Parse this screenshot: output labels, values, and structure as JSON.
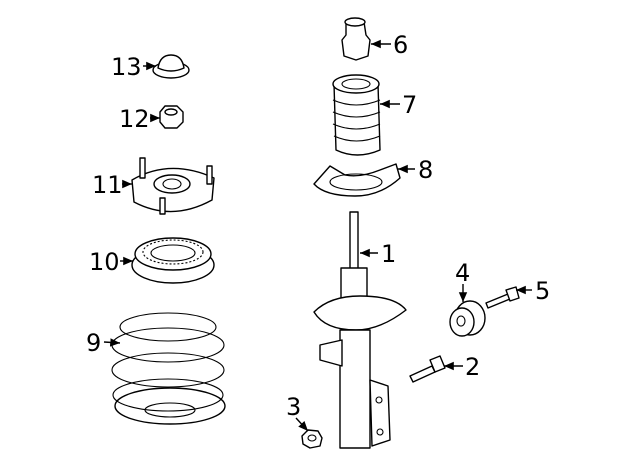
{
  "diagram": {
    "title": "Front Strut Assembly Exploded View",
    "callouts": [
      {
        "id": "1",
        "part": "strut"
      },
      {
        "id": "2",
        "part": "bolt"
      },
      {
        "id": "3",
        "part": "nut"
      },
      {
        "id": "4",
        "part": "bushing"
      },
      {
        "id": "5",
        "part": "bolt"
      },
      {
        "id": "6",
        "part": "bump-stop"
      },
      {
        "id": "7",
        "part": "dust-boot"
      },
      {
        "id": "8",
        "part": "spring-seat-lower-insulator"
      },
      {
        "id": "9",
        "part": "coil-spring"
      },
      {
        "id": "10",
        "part": "bearing"
      },
      {
        "id": "11",
        "part": "strut-mount"
      },
      {
        "id": "12",
        "part": "nut"
      },
      {
        "id": "13",
        "part": "cap"
      }
    ]
  }
}
